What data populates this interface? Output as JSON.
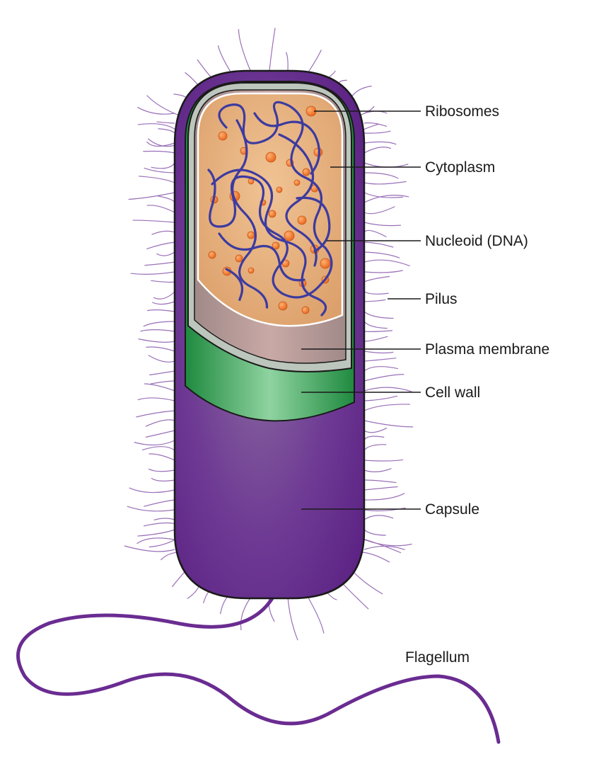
{
  "labels": {
    "ribosomes": "Ribosomes",
    "cytoplasm": "Cytoplasm",
    "nucleoid": "Nucleoid (DNA)",
    "pilus": "Pilus",
    "plasma_membrane": "Plasma membrane",
    "cell_wall": "Cell wall",
    "capsule": "Capsule",
    "flagellum": "Flagellum"
  },
  "colors": {
    "capsule": "#6a2c91",
    "capsule_light": "#8a5aa3",
    "cell_wall": "#2e9a4e",
    "cell_wall_light": "#8fd3a0",
    "periplasm": "#b9c3b9",
    "plasma_membrane": "#b39a98",
    "cytoplasm": "#e8b07c",
    "ribosome": "#f07a26",
    "dna": "#3d3ba0",
    "pilus": "#9a70b8",
    "flagellum": "#6a2c91"
  }
}
